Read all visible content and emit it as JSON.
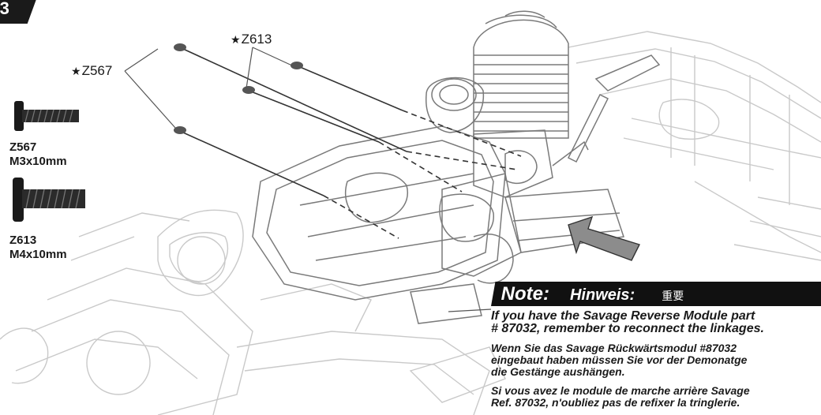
{
  "step": {
    "number": "3"
  },
  "callouts": {
    "z567": "Z567",
    "z613": "Z613",
    "star": "★"
  },
  "parts": [
    {
      "code": "Z567",
      "size": "M3x10mm"
    },
    {
      "code": "Z613",
      "size": "M4x10mm"
    }
  ],
  "note": {
    "title_en": "Note:",
    "title_de": "Hinweis:",
    "title_jp": "重要",
    "text_en_1": "If you have the Savage Reverse Module part",
    "text_en_2": "# 87032, remember to reconnect the linkages.",
    "text_de_1": "Wenn Sie das Savage Rückwärtsmodul #87032",
    "text_de_2": "eingebaut haben müssen Sie vor der Demonatge",
    "text_de_3": "die Gestänge aushängen.",
    "text_fr_1": "Si vous avez le module de marche arrière Savage",
    "text_fr_2": "Ref. 87032, n'oubliez pas de refixer la tringlerie."
  },
  "colors": {
    "ink": "#1a1a1a",
    "line": "#6b6b6b",
    "light_line": "#c9c9c9",
    "note_bar": "#111111",
    "arrow_fill": "#8c8c8c"
  }
}
